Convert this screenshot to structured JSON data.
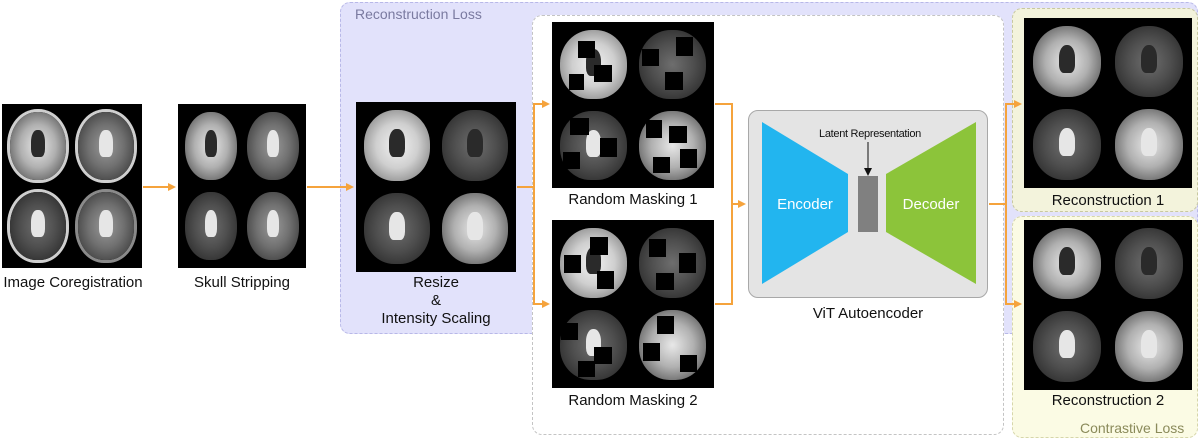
{
  "regions": {
    "reconstruction_loss": "Reconstruction Loss",
    "contrastive_loss": "Contrastive Loss"
  },
  "stages": {
    "coregistration": "Image Coregistration",
    "skull_stripping": "Skull Stripping",
    "resize_line1": "Resize",
    "resize_line2": "&",
    "resize_line3": "Intensity Scaling",
    "masking1": "Random Masking 1",
    "masking2": "Random Masking 2",
    "vit": "ViT Autoencoder",
    "recon1": "Reconstruction 1",
    "recon2": "Reconstruction 2"
  },
  "vit": {
    "encoder": "Encoder",
    "decoder": "Decoder",
    "latent": "Latent Representation"
  },
  "colors": {
    "arrow": "#f5a33c",
    "encoder": "#22b5ef",
    "decoder": "#8cc43a",
    "latent": "#808080"
  }
}
